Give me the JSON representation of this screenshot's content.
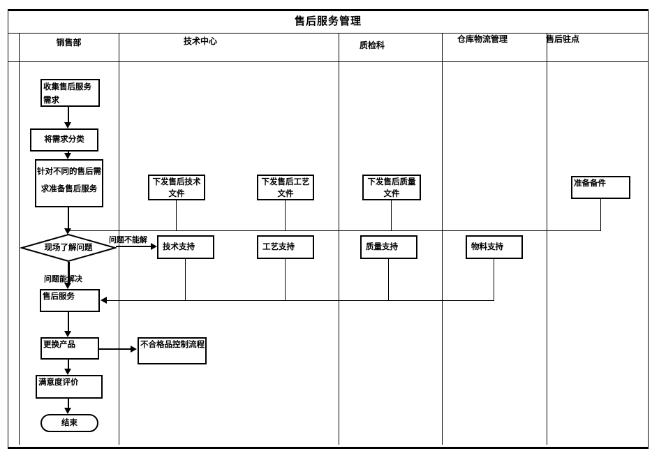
{
  "title": "售后服务管理",
  "lanes": [
    "销售部",
    "技术中心",
    "质检科",
    "仓库物流管理",
    "售后驻点"
  ],
  "nodes": {
    "collect": "收集售后服务需求",
    "classify": "将需求分类",
    "prepare": "针对不同的售后需求准备售后服务",
    "decision": "现场了解问题",
    "doc_tech": "下发售后技术文件",
    "doc_craft": "下发售后工艺文件",
    "doc_quality": "下发售后质量文件",
    "spare": "准备备件",
    "tech_support": "技术支持",
    "craft_support": "工艺支持",
    "quality_support": "质量支持",
    "material_support": "物料支持",
    "service": "售后服务",
    "replace": "更换产品",
    "nonconform": "不合格品控制流程",
    "satisfaction": "满意度评价",
    "end": "结束"
  },
  "edge_labels": {
    "cannot_solve": "问题不能解",
    "can_solve": "问题能解决"
  },
  "colors": {
    "line": "#000000",
    "background": "#ffffff"
  }
}
